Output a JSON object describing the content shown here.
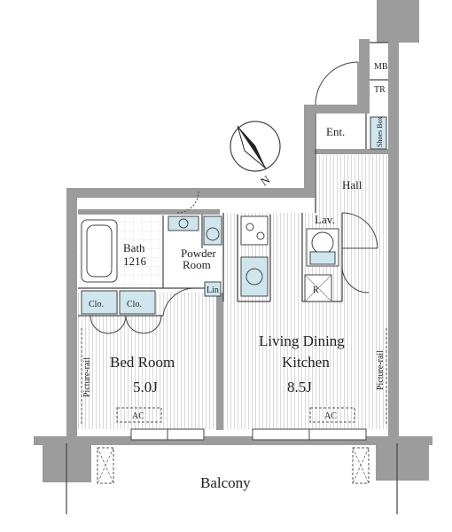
{
  "rooms": {
    "mb": "MB",
    "tr": "TR",
    "entrance": "Ent.",
    "shoes_box": "Shoes Box",
    "hall": "Hall",
    "lavatory": "Lav.",
    "refrigerator": "R",
    "bath_name": "Bath",
    "bath_size": "1216",
    "powder_room_line1": "Powder",
    "powder_room_line2": "Room",
    "linen": "Lin",
    "closet_1": "Clo.",
    "closet_2": "Clo.",
    "bedroom_name": "Bed Room",
    "bedroom_size": "5.0J",
    "ldk_line1": "Living Dining",
    "ldk_line2": "Kitchen",
    "ldk_size": "8.5J",
    "picture_rail_left": "Picture-rail",
    "picture_rail_right": "Picture-rail",
    "ac_bedroom": "AC",
    "ac_ldk": "AC",
    "balcony": "Balcony"
  },
  "compass": {
    "north_label": "N"
  },
  "colors": {
    "wall": "#9c9c9c",
    "floor_stripe": "#d6d6d6",
    "closet_fill": "#cfe6ef",
    "line": "#444444"
  }
}
